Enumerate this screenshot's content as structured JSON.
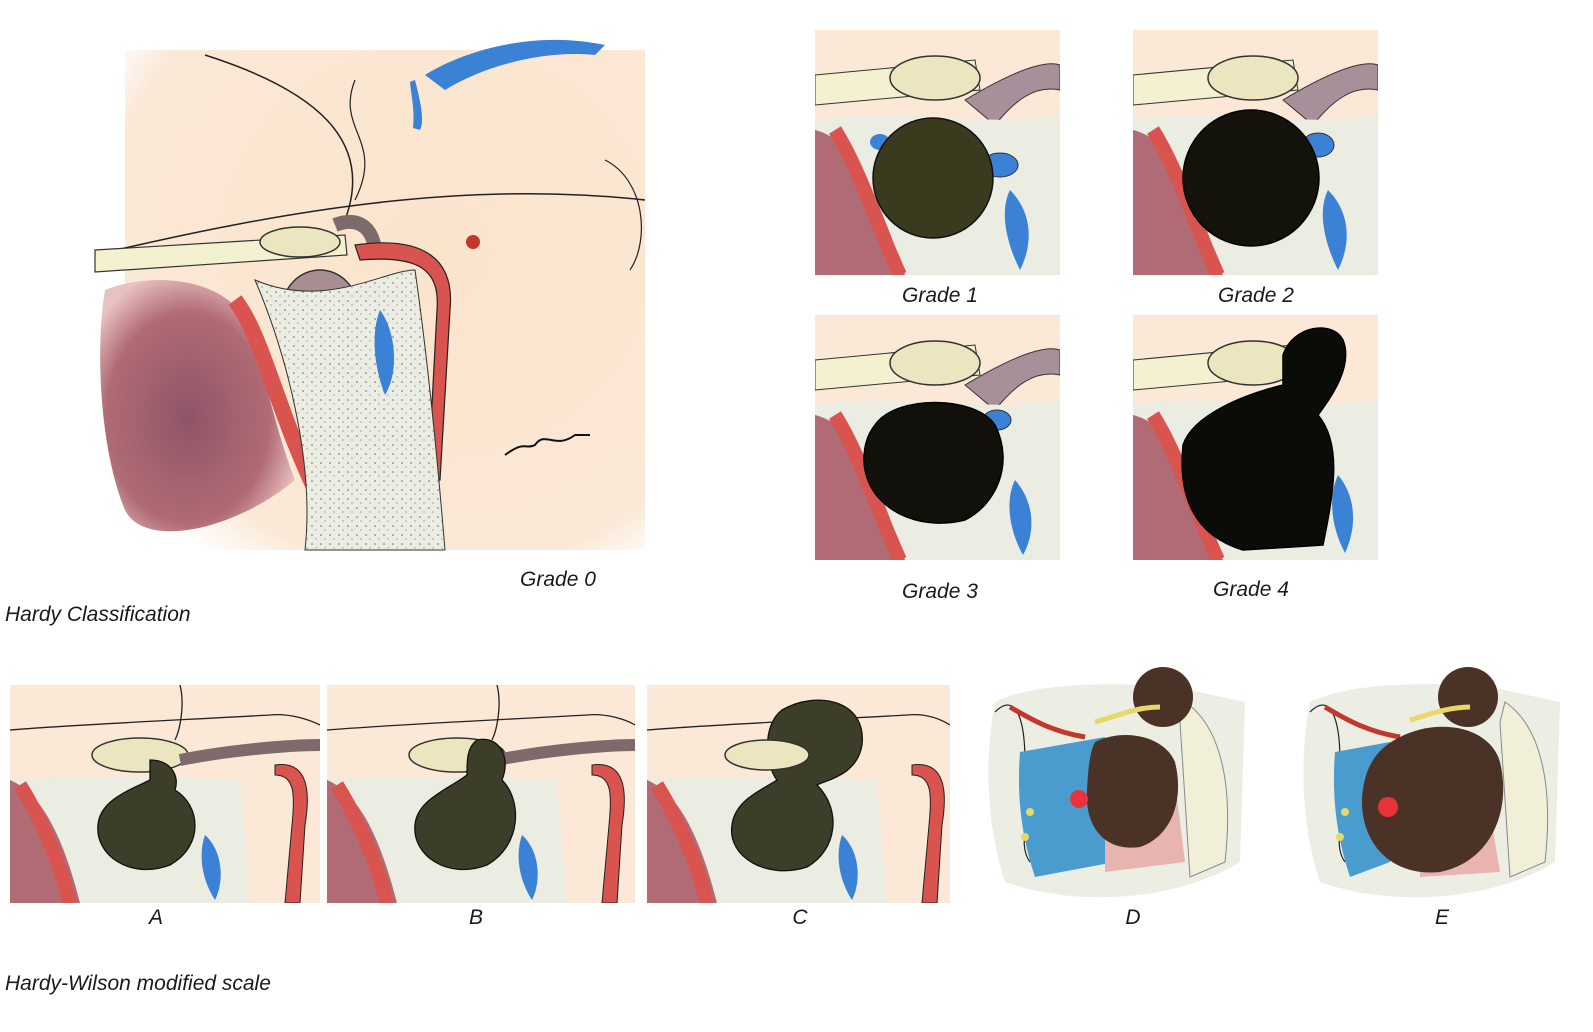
{
  "hardy": {
    "title": "Hardy Classification",
    "grades": [
      {
        "label": "Grade 0",
        "extent": 0.15,
        "tone": "#3a3d1c"
      },
      {
        "label": "Grade 1",
        "extent": 0.55,
        "tone": "#3a3a1e"
      },
      {
        "label": "Grade 2",
        "extent": 0.7,
        "tone": "#14130b"
      },
      {
        "label": "Grade 3",
        "extent": 0.8,
        "tone": "#11100a"
      },
      {
        "label": "Grade 4",
        "extent": 1.0,
        "tone": "#0b0b08"
      }
    ]
  },
  "hardy_wilson": {
    "title": "Hardy-Wilson modified scale",
    "stages": [
      {
        "label": "A",
        "extent": 0.35,
        "tone": "#3c3e2a"
      },
      {
        "label": "B",
        "extent": 0.55,
        "tone": "#3c3e2a"
      },
      {
        "label": "C",
        "extent": 0.9,
        "tone": "#3c3e2a"
      },
      {
        "label": "D",
        "extent": 0.6,
        "tone": "#4a3226"
      },
      {
        "label": "E",
        "extent": 0.95,
        "tone": "#4a3226"
      }
    ]
  },
  "colors": {
    "skin": "#f8e8d4",
    "bone": "#eceee4",
    "artery": "#d9534f",
    "vein_blue": "#3b82d6",
    "sinus_tissue": "#b85f6a",
    "tumor_dark": "#1a1a10"
  }
}
